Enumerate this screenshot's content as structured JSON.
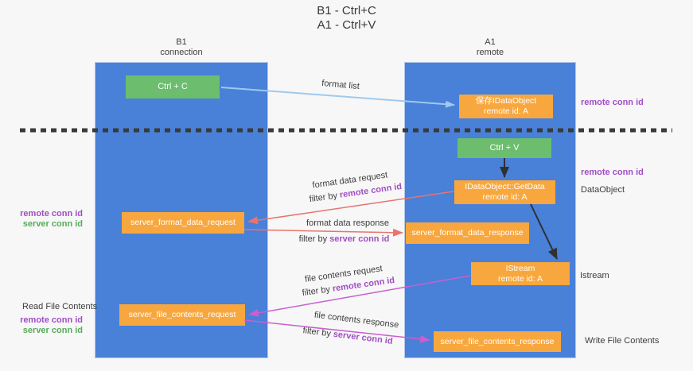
{
  "title": {
    "line1": "B1 - Ctrl+C",
    "line2": "A1 - Ctrl+V"
  },
  "columns": {
    "left": {
      "name": "B1",
      "role": "connection"
    },
    "right": {
      "name": "A1",
      "role": "remote"
    }
  },
  "boxes": {
    "ctrl_c": "Ctrl + C",
    "ctrl_v": "Ctrl + V",
    "save_dataobject": {
      "line1": "保存IDataObject",
      "line2": "remote id: A"
    },
    "getdata": {
      "line1": "IDataObject::GetData",
      "line2": "remote id: A"
    },
    "istream": {
      "line1": "IStream",
      "line2": "remote id: A"
    },
    "format_request": "server_format_data_request",
    "format_response": "server_format_data_response",
    "file_request": "server_file_contents_request",
    "file_response": "server_file_contents_response"
  },
  "labels": {
    "format_list": "format list",
    "format_data_request": "format data request",
    "format_data_response": "format data response",
    "file_contents_request": "file contents request",
    "file_contents_response": "file contents response",
    "filter_by": "filter by ",
    "remote_conn_id": "remote conn id",
    "server_conn_id": "server conn id"
  },
  "side": {
    "read_file_contents": "Read File Contents",
    "write_file_contents": "Write File Contents",
    "dataobject": "DataObject",
    "istream": "Istream"
  },
  "colors": {
    "column_blue": "#4980d8",
    "box_orange": "#f8a73e",
    "box_green": "#6cbe6e",
    "arrow_light_blue": "#9fc9ee",
    "arrow_salmon": "#e8746e",
    "arrow_magenta": "#c95fd1",
    "arrow_black": "#303030",
    "text_purple": "#a04ec4",
    "text_green": "#55ac57",
    "dash_line": "#3a3a3a",
    "background": "#f7f7f7"
  }
}
